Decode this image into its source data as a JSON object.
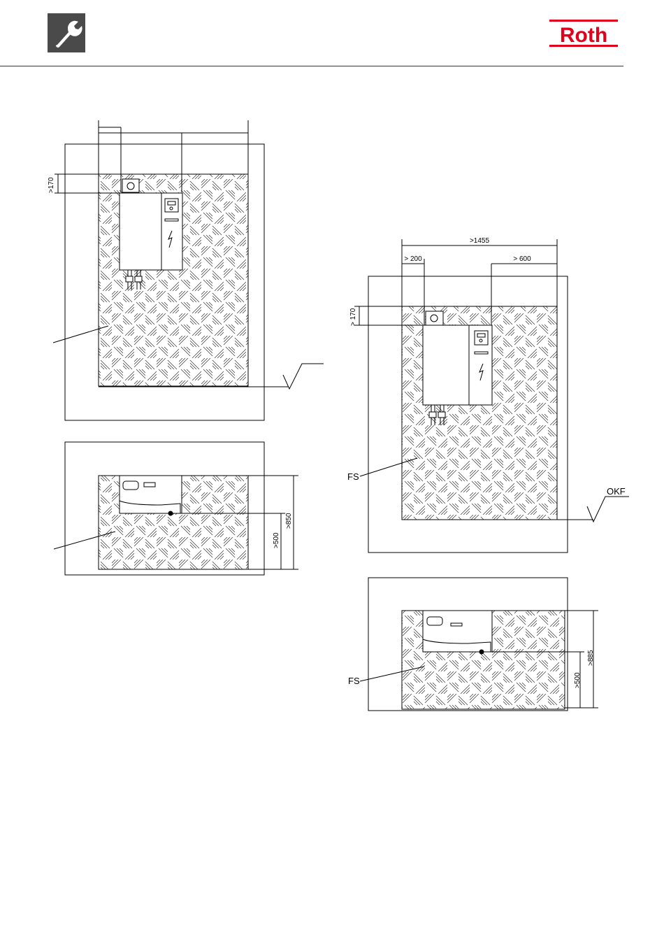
{
  "header": {
    "icon": "wrench-icon",
    "brand": {
      "name": "Roth",
      "color": "#e2001a"
    }
  },
  "colors": {
    "line": "#000000",
    "hatch": "#333333",
    "icon_bg": "#4a4a4a"
  },
  "left_panel": {
    "front_dims": {
      "top": ">170"
    },
    "top_dims": {
      "inner": ">500",
      "outer": ">850"
    }
  },
  "right_panel": {
    "front_dims": {
      "total": ">1455",
      "left": "> 200",
      "right": "> 600",
      "top": "> 170"
    },
    "labels": {
      "area": "FS",
      "floor": "OKF"
    },
    "top_dims": {
      "inner": ">500",
      "outer": ">885"
    },
    "top_labels": {
      "area": "FS"
    }
  }
}
